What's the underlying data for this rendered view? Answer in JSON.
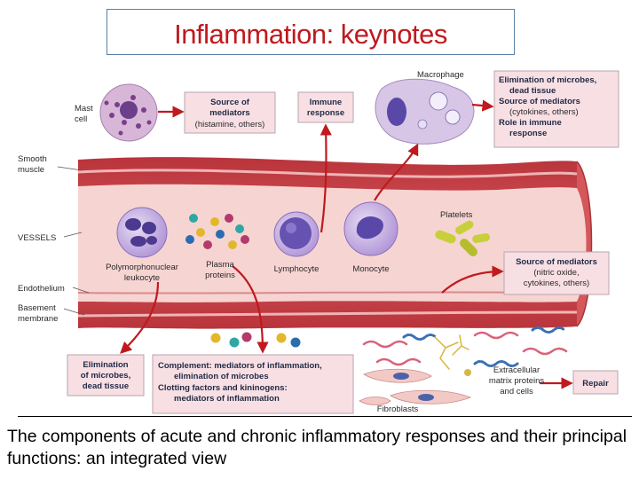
{
  "title": "Inflammation: keynotes",
  "caption": "The components of acute and chronic inflammatory responses and their principal functions: an integrated view",
  "labels": {
    "mast_cell": [
      "Mast",
      "cell"
    ],
    "source_mediators_top": [
      "Source of",
      "mediators",
      "(histamine, others)"
    ],
    "immune_response": [
      "Immune",
      "response"
    ],
    "macrophage": "Macrophage",
    "macrophage_functions": [
      "Elimination of microbes,",
      "dead tissue",
      "Source of mediators",
      "(cytokines, others)",
      "Role in immune",
      "response"
    ],
    "smooth_muscle": [
      "Smooth",
      "muscle"
    ],
    "vessels": "VESSELS",
    "platelets": "Platelets",
    "polymorph": [
      "Polymorphonuclear",
      "leukocyte"
    ],
    "plasma_proteins": [
      "Plasma",
      "proteins"
    ],
    "lymphocyte": "Lymphocyte",
    "monocyte": "Monocyte",
    "source_mediators_right": [
      "Source of mediators",
      "(nitric oxide,",
      "cytokines, others)"
    ],
    "endothelium": "Endothelium",
    "basement_membrane": [
      "Basement",
      "membrane"
    ],
    "elimination_box": [
      "Elimination",
      "of microbes,",
      "dead tissue"
    ],
    "complement_box": [
      "Complement: mediators of inflammation,",
      "elimination of microbes",
      "Clotting factors and kininogens:",
      "mediators of inflammation"
    ],
    "extracellular": [
      "Extracellular",
      "matrix proteins",
      "and cells"
    ],
    "repair": "Repair",
    "fibroblasts": "Fibroblasts"
  },
  "colors": {
    "title": "#c0191e",
    "box_fill": "#f8dfe4",
    "box_stroke": "#b8a6ab",
    "arrow": "#c0191e",
    "vessel_outer": "#c9474d",
    "vessel_lumen": "#f0c2c2",
    "cell_purple": "#9a78c8",
    "nucleus": "#4b3a8f"
  }
}
